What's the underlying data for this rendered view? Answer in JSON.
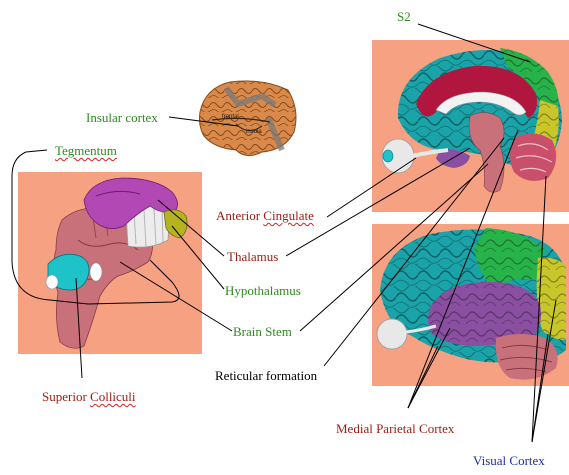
{
  "labels": {
    "s2": "S2",
    "insular_cortex": "Insular cortex",
    "tegmentum": "Tegmentum",
    "anterior_prefix": "Anterior ",
    "anterior_cingulate": "Cingulate",
    "thalamus": "Thalamus",
    "hypothalamus": "Hypothalamus",
    "brain_stem": "Brain Stem",
    "reticular_formation": "Reticular formation",
    "superior_prefix": "Superior ",
    "superior_colliculi": "Colliculi",
    "medial_parietal_cortex": "Medial Parietal Cortex",
    "visual_cortex": "Visual Cortex"
  },
  "inset_labels": {
    "frontal": "frontal",
    "insula": "insula"
  },
  "colors": {
    "background_panel": "#f7a183",
    "label_green": "#2e8b1e",
    "label_red": "#9b1b12",
    "label_blue": "#1a2f9a",
    "cortex_teal": "#1aa3a8",
    "parietal_green": "#27b34a",
    "occipital_yellow": "#c8c62a",
    "temporal_purple": "#8a4fa0",
    "brainstem_pink": "#c9717a",
    "colliculi_cyan": "#1ec2c9",
    "cingulate_crimson": "#b0163e",
    "insula_skin": "#d98a4b"
  }
}
